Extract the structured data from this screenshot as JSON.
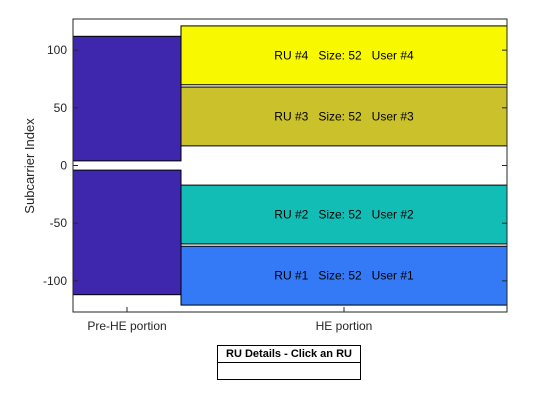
{
  "chart_data": {
    "type": "bar",
    "ylabel": "Subcarrier Index",
    "ylim": [
      -127,
      127
    ],
    "yticks": [
      100,
      50,
      0,
      -50,
      -100
    ],
    "categories": [
      "Pre-HE portion",
      "HE portion"
    ],
    "blocks": [
      {
        "portion": "Pre-HE portion",
        "ymin": 4,
        "ymax": 112,
        "color": "#3f27ad",
        "label": ""
      },
      {
        "portion": "Pre-HE portion",
        "ymin": -112,
        "ymax": -4,
        "color": "#3f27ad",
        "label": ""
      },
      {
        "portion": "HE portion",
        "ymin": 70,
        "ymax": 121,
        "color": "#f8f800",
        "label": "RU #4   Size: 52   User #4"
      },
      {
        "portion": "HE portion",
        "ymin": 17,
        "ymax": 68,
        "color": "#cbc12a",
        "label": "RU #3   Size: 52   User #3"
      },
      {
        "portion": "HE portion",
        "ymin": -68,
        "ymax": -17,
        "color": "#12bdb5",
        "label": "RU #2   Size: 52   User #2"
      },
      {
        "portion": "HE portion",
        "ymin": -121,
        "ymax": -70,
        "color": "#3479f5",
        "label": "RU #1   Size: 52   User #1"
      }
    ]
  },
  "details_panel": {
    "header": "RU Details - Click an RU",
    "body": ""
  }
}
